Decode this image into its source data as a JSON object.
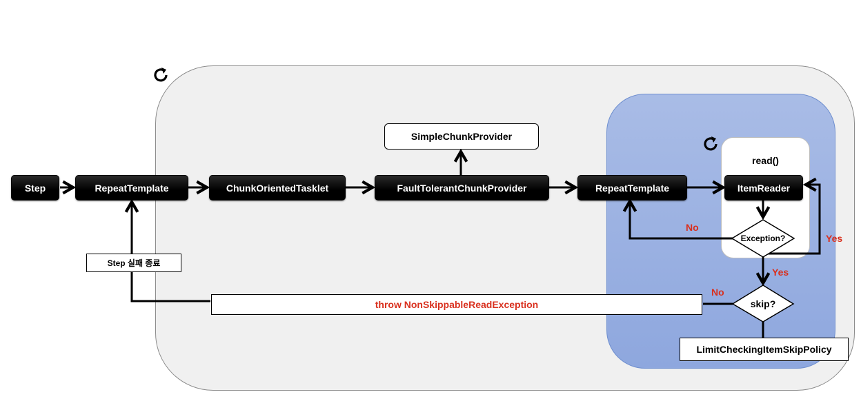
{
  "nodes": {
    "step": "Step",
    "repeat_template_1": "RepeatTemplate",
    "chunk_oriented_tasklet": "ChunkOrientedTasklet",
    "fault_tolerant_chunk_provider": "FaultTolerantChunkProvider",
    "simple_chunk_provider": "SimpleChunkProvider",
    "repeat_template_2": "RepeatTemplate",
    "read": "read()",
    "item_reader": "ItemReader",
    "exception_decision": "Exception?",
    "skip_decision": "skip?",
    "skip_policy": "LimitCheckingItemSkipPolicy",
    "step_fail": "Step 실패 종료",
    "throw_exception": "throw NonSkippableReadException"
  },
  "labels": {
    "no_exception": "No",
    "yes_exception": "Yes",
    "yes_skip": "Yes",
    "no_skip": "No"
  },
  "icons": {
    "outer_loop": "refresh-icon",
    "inner_loop": "refresh-icon"
  },
  "colors": {
    "node_dark": "#000000",
    "outer_panel": "#f0f0f0",
    "inner_panel": "#9db2e2",
    "label_red": "#d9301e"
  }
}
